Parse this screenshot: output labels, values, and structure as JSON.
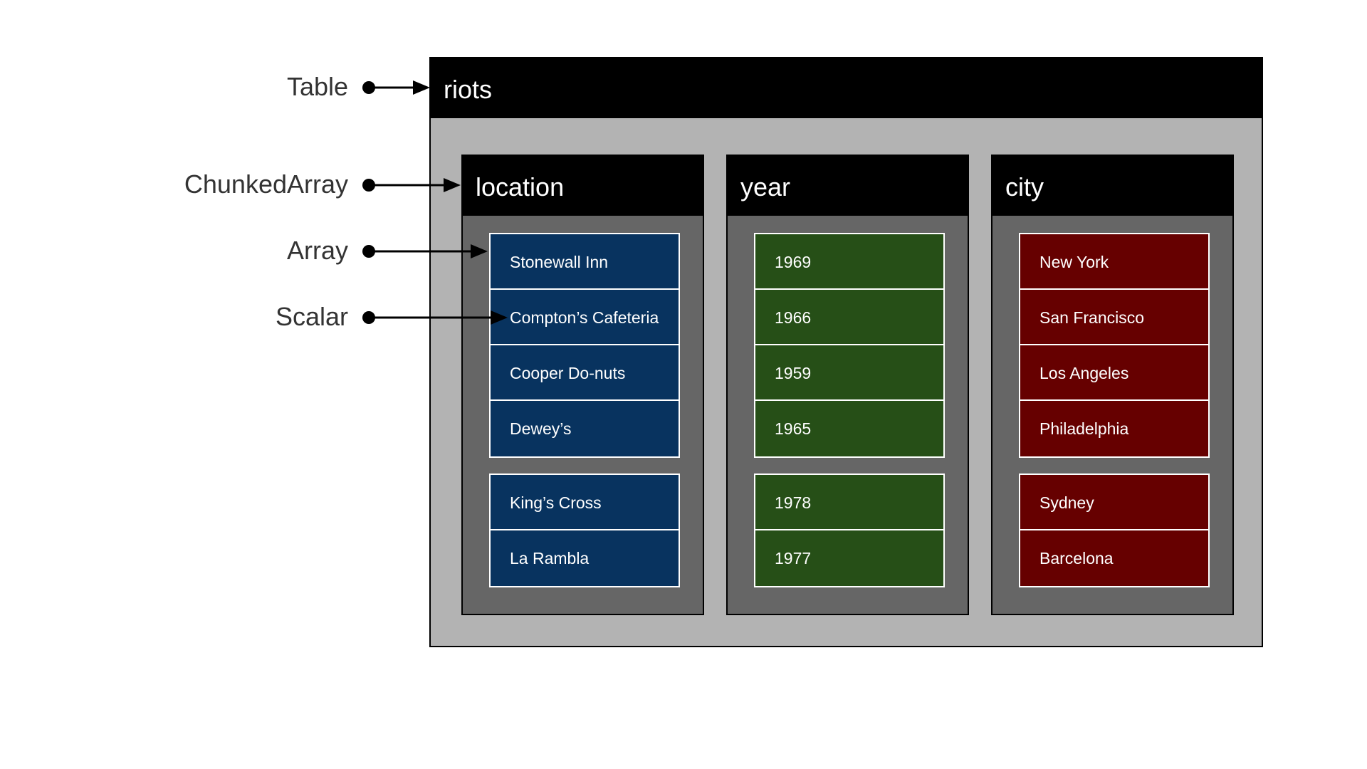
{
  "labels": {
    "table": "Table",
    "chunked_array": "ChunkedArray",
    "array": "Array",
    "scalar": "Scalar"
  },
  "table": {
    "name": "riots",
    "columns": [
      {
        "name": "location",
        "color": "#08335f",
        "chunks": [
          [
            "Stonewall Inn",
            "Compton’s Cafeteria",
            "Cooper Do-nuts",
            "Dewey’s"
          ],
          [
            "King’s Cross",
            "La Rambla"
          ]
        ]
      },
      {
        "name": "year",
        "color": "#264f17",
        "chunks": [
          [
            "1969",
            "1966",
            "1959",
            "1965"
          ],
          [
            "1978",
            "1977"
          ]
        ]
      },
      {
        "name": "city",
        "color": "#660000",
        "chunks": [
          [
            "New York",
            "San Francisco",
            "Los Angeles",
            "Philadelphia"
          ],
          [
            "Sydney",
            "Barcelona"
          ]
        ]
      }
    ]
  },
  "colors": {
    "table_bg": "#b3b3b3",
    "chunked_bg": "#666666",
    "header_bg": "#000000",
    "label_text": "#333333"
  }
}
